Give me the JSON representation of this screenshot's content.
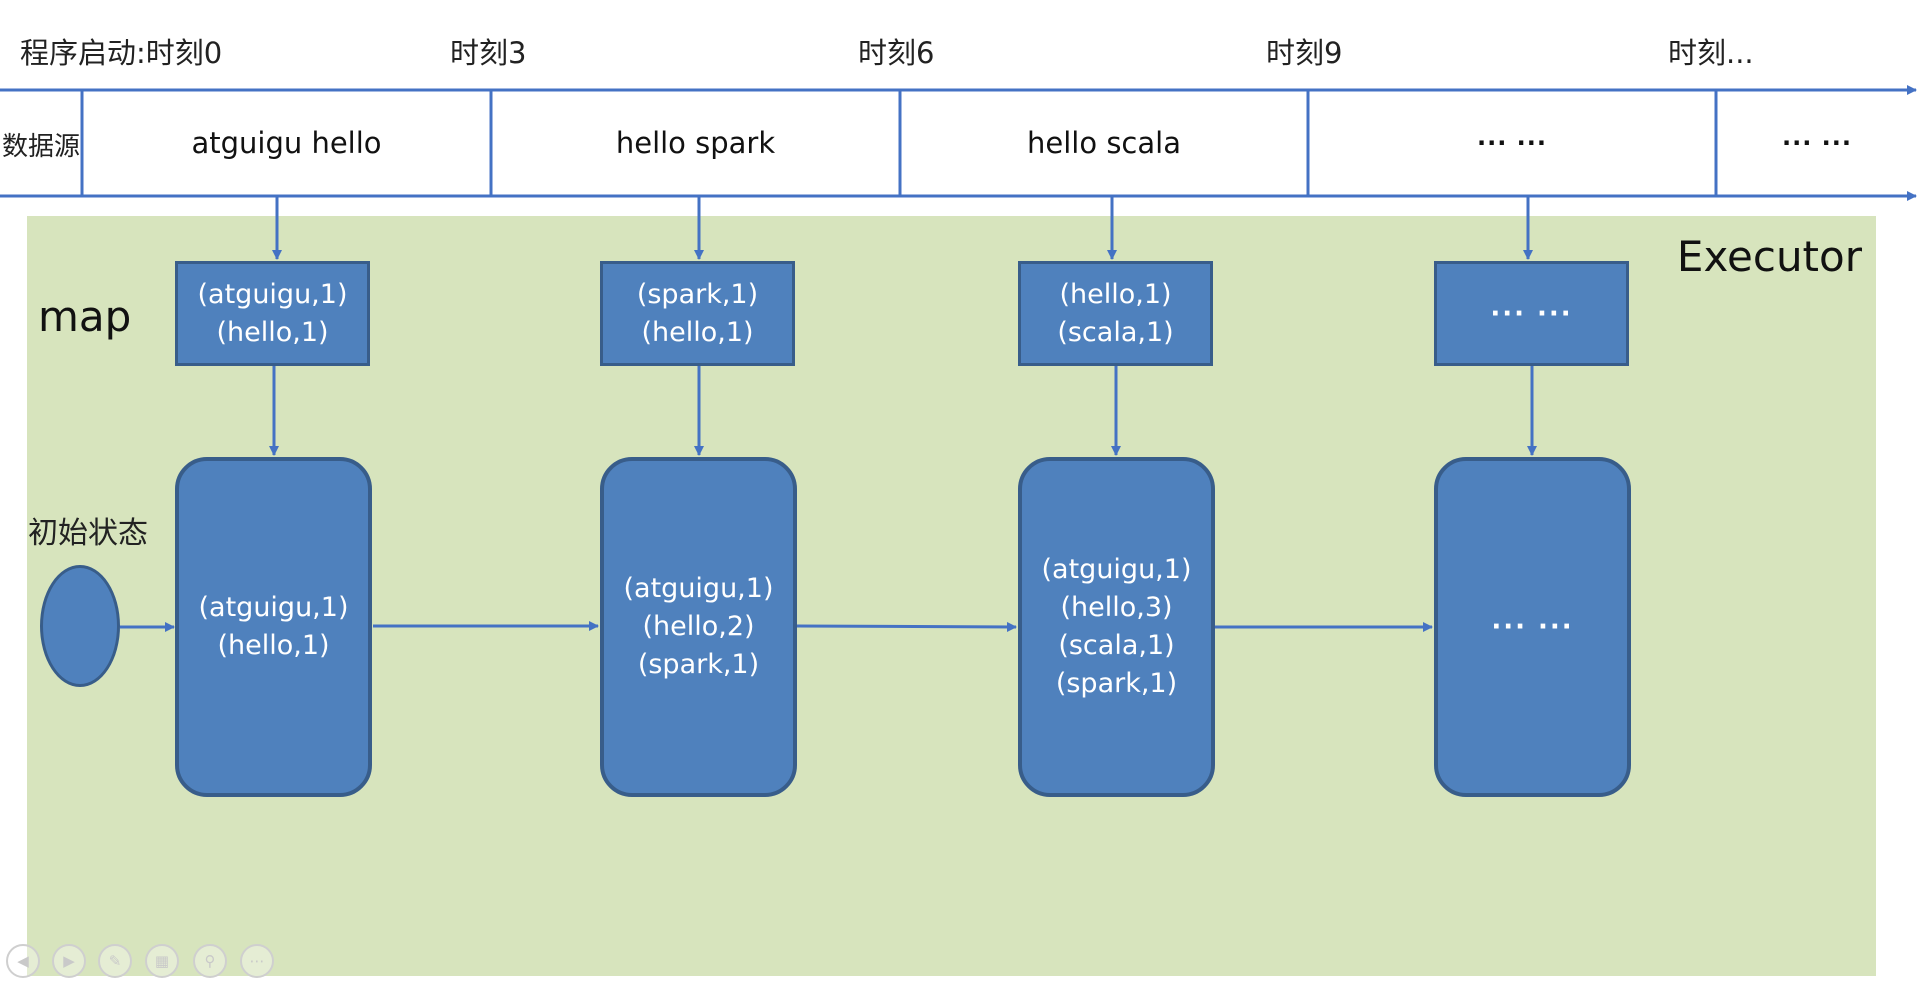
{
  "timeline": {
    "ticks": [
      "程序启动:时刻0",
      "时刻3",
      "时刻6",
      "时刻9",
      "时刻..."
    ]
  },
  "source": {
    "label": "数据源",
    "cells": [
      "atguigu hello",
      "hello spark",
      "hello scala",
      "··· ···",
      "··· ···"
    ]
  },
  "executor": {
    "label": "Executor",
    "map_label": "map",
    "initial_state_label": "初始状态",
    "map_outputs": [
      [
        "(atguigu,1)",
        "(hello,1)"
      ],
      [
        "(spark,1)",
        "(hello,1)"
      ],
      [
        "(hello,1)",
        "(scala,1)"
      ],
      [
        "··· ···"
      ]
    ],
    "states": [
      [
        "(atguigu,1)",
        "(hello,1)"
      ],
      [
        "(atguigu,1)",
        "(hello,2)",
        "(spark,1)"
      ],
      [
        "(atguigu,1)",
        "(hello,3)",
        "(scala,1)",
        "(spark,1)"
      ],
      [
        "··· ···"
      ]
    ]
  },
  "colors": {
    "line": "#4472c4",
    "box_fill": "#4f81bd",
    "box_border": "#385d8a",
    "executor_bg": "#d7e4bd"
  },
  "toolbar_icons": [
    "prev-icon",
    "next-icon",
    "pen-icon",
    "slides-icon",
    "zoom-icon",
    "more-icon"
  ]
}
